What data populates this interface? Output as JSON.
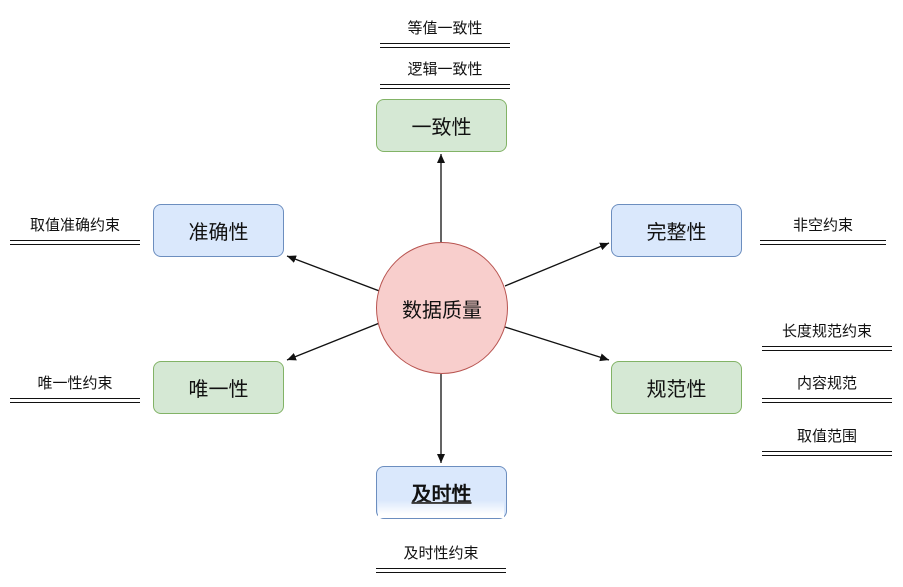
{
  "center": {
    "label": "数据质量"
  },
  "dimensions": {
    "consistency": "一致性",
    "accuracy": "准确性",
    "completeness": "完整性",
    "uniqueness": "唯一性",
    "normativity": "规范性",
    "timeliness": "及时性"
  },
  "constraints": {
    "consistency": [
      "等值一致性",
      "逻辑一致性"
    ],
    "accuracy": [
      "取值准确约束"
    ],
    "completeness": [
      "非空约束"
    ],
    "uniqueness": [
      "唯一性约束"
    ],
    "normativity": [
      "长度规范约束",
      "内容规范",
      "取值范围"
    ],
    "timeliness": [
      "及时性约束"
    ]
  },
  "colors": {
    "green_fill": "#d5e8d4",
    "green_stroke": "#82b366",
    "blue_fill": "#dae8fc",
    "blue_stroke": "#6c8ebf",
    "center_fill": "#f8cecc",
    "center_stroke": "#b85450"
  }
}
